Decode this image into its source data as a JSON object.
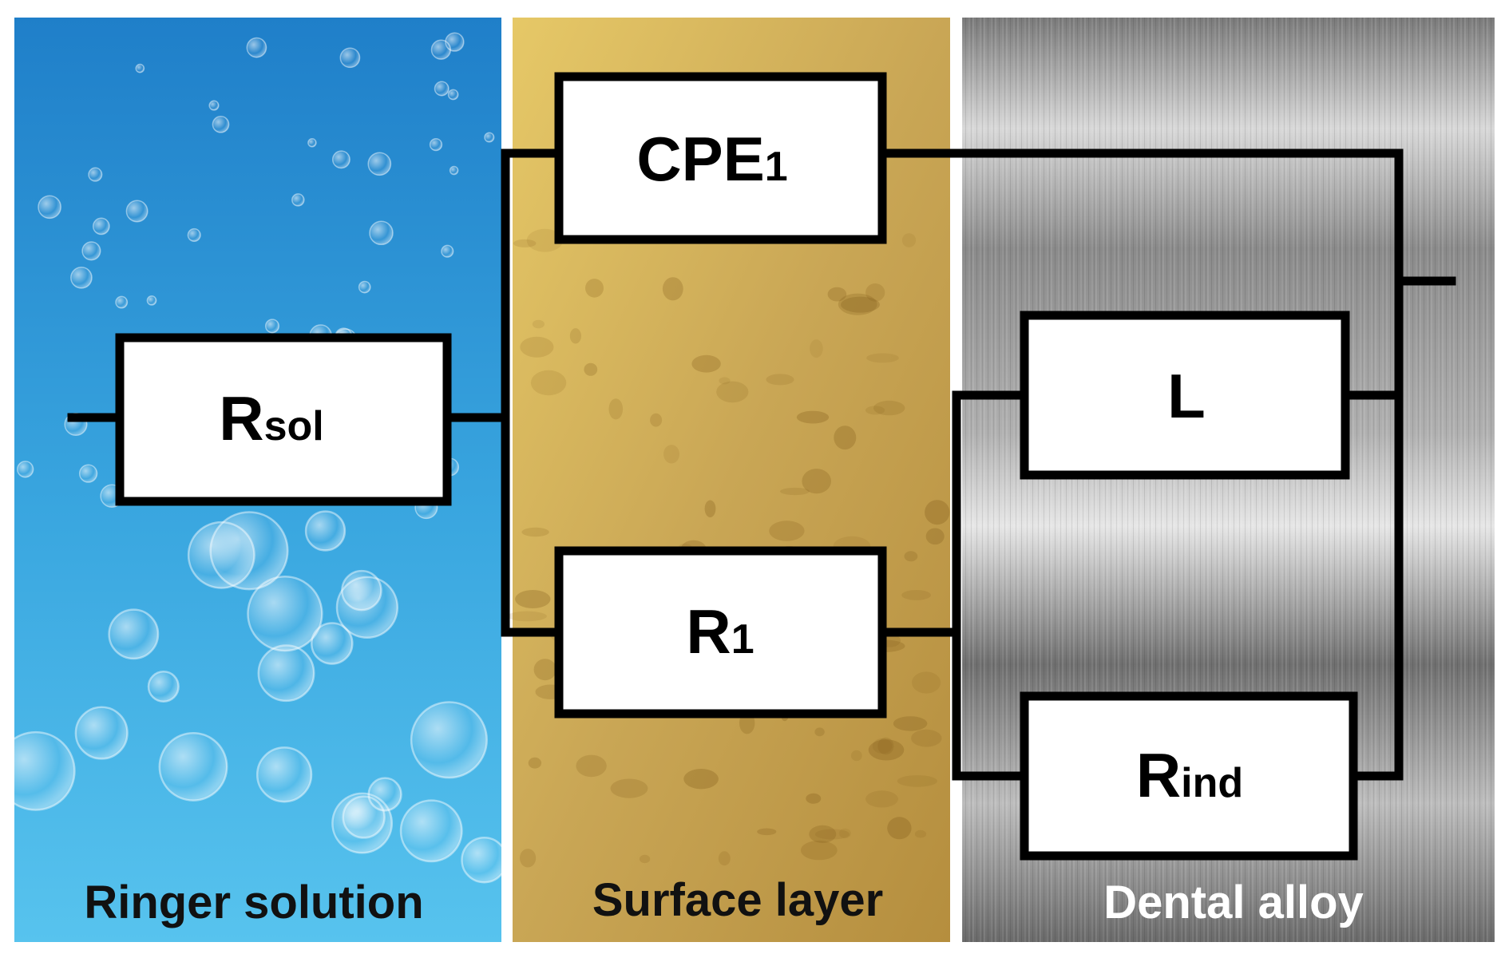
{
  "regions": {
    "solution": {
      "label": "Ringer solution",
      "label_color": "#111111"
    },
    "surface": {
      "label": "Surface layer",
      "label_color": "#111111"
    },
    "alloy": {
      "label": "Dental alloy",
      "label_color": "#ffffff"
    }
  },
  "components": {
    "rsol": {
      "main": "R",
      "sub": "sol"
    },
    "cpe1": {
      "main": "CPE",
      "sub": "1"
    },
    "r1": {
      "main": "R",
      "sub": "1"
    },
    "l": {
      "main": "L",
      "sub": ""
    },
    "rind": {
      "main": "R",
      "sub": "ind"
    }
  },
  "colors": {
    "solution_top": "#1f7fc9",
    "solution_bottom": "#57c3ee",
    "surface_base": "#c9a655",
    "alloy_base": "#9c9c9c",
    "wire": "#000000",
    "box_fill": "#ffffff"
  }
}
